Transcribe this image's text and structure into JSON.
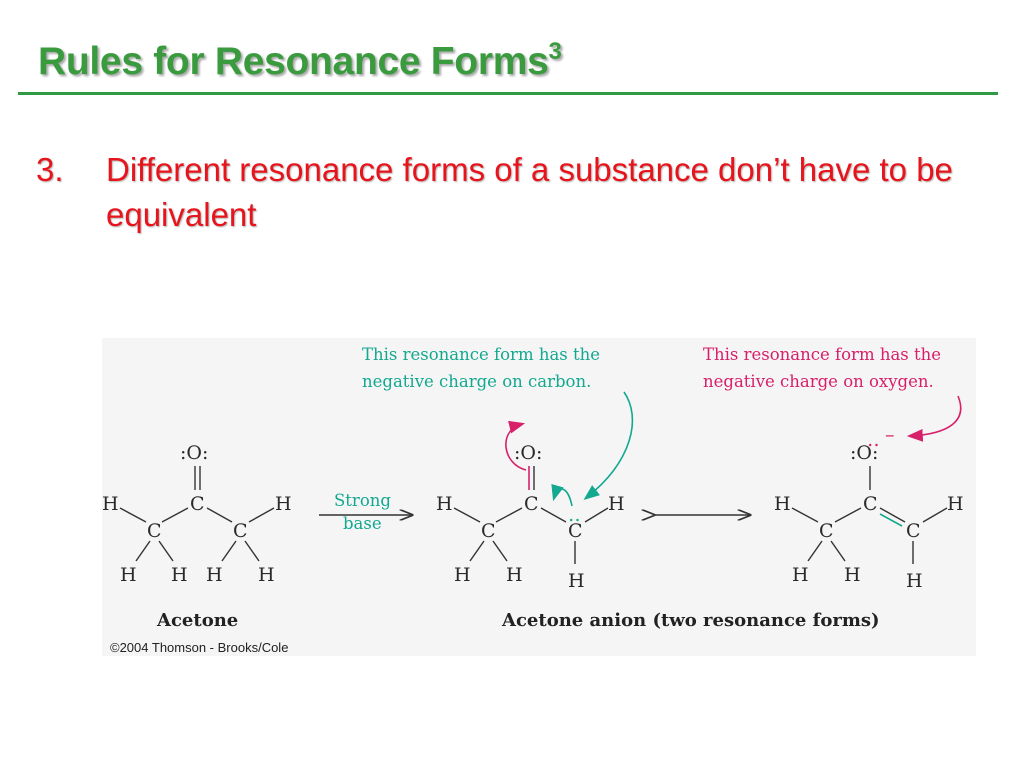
{
  "slide": {
    "title": "Rules for Resonance Forms",
    "title_superscript": "3",
    "bullet_number": "3.",
    "bullet_text": "Different resonance forms of a substance don’t have to be equivalent"
  },
  "figure": {
    "note_carbon_line1": "This resonance form has the",
    "note_carbon_line2": "negative charge on carbon.",
    "note_oxygen_line1": "This resonance form has the",
    "note_oxygen_line2": "negative charge on oxygen.",
    "reagent_line1": "Strong",
    "reagent_line2": "base",
    "caption_left": "Acetone",
    "caption_right": "Acetone anion (two resonance forms)",
    "credit": "©2004 Thomson - Brooks/Cole",
    "atoms": {
      "o": ":O:",
      "o_plain": "O",
      "o_colon": ":",
      "c": "C",
      "h": "H",
      "lone_pair": "‥",
      "minus": "–"
    },
    "colors": {
      "title": "#3a9a3e",
      "rule": "#2e9a43",
      "bullet": "#e8141c",
      "teal": "#13a890",
      "magenta": "#d8206a"
    }
  }
}
